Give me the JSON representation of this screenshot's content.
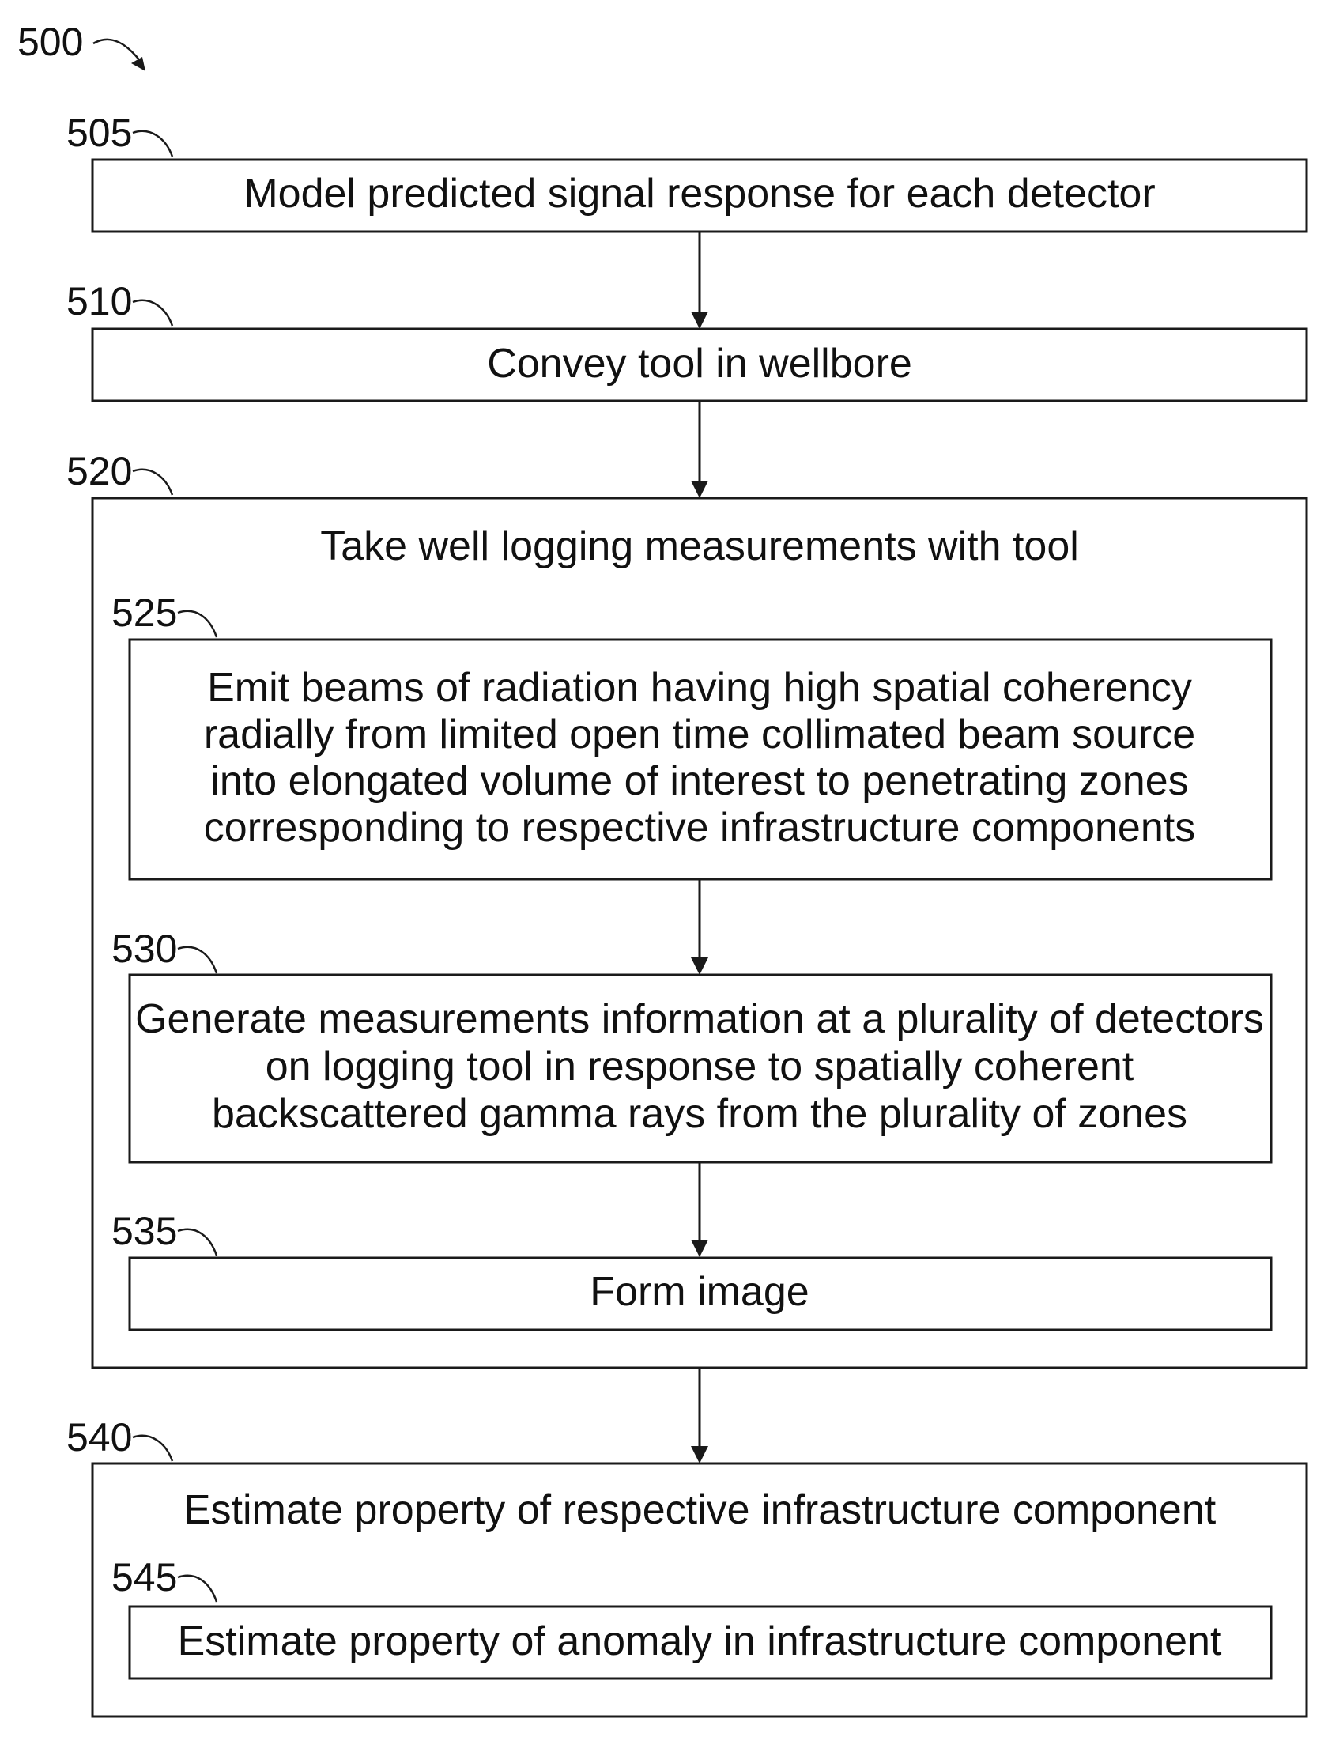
{
  "figure_ref": "500",
  "steps": {
    "s505": {
      "ref": "505",
      "text": "Model predicted signal response for each detector"
    },
    "s510": {
      "ref": "510",
      "text": "Convey tool in wellbore"
    },
    "s520": {
      "ref": "520",
      "text": "Take well logging measurements with tool"
    },
    "s525": {
      "ref": "525",
      "lines": [
        "Emit beams of radiation having high spatial coherency",
        "radially from limited open time collimated beam source",
        "into elongated volume of interest to penetrating zones",
        "corresponding to respective infrastructure components"
      ]
    },
    "s530": {
      "ref": "530",
      "lines": [
        "Generate measurements information at a plurality of detectors",
        "on logging tool in response to spatially coherent",
        "backscattered gamma rays from the plurality of zones"
      ]
    },
    "s535": {
      "ref": "535",
      "text": "Form image"
    },
    "s540": {
      "ref": "540",
      "text": "Estimate property of respective infrastructure component"
    },
    "s545": {
      "ref": "545",
      "text": "Estimate property of anomaly in infrastructure component"
    }
  }
}
